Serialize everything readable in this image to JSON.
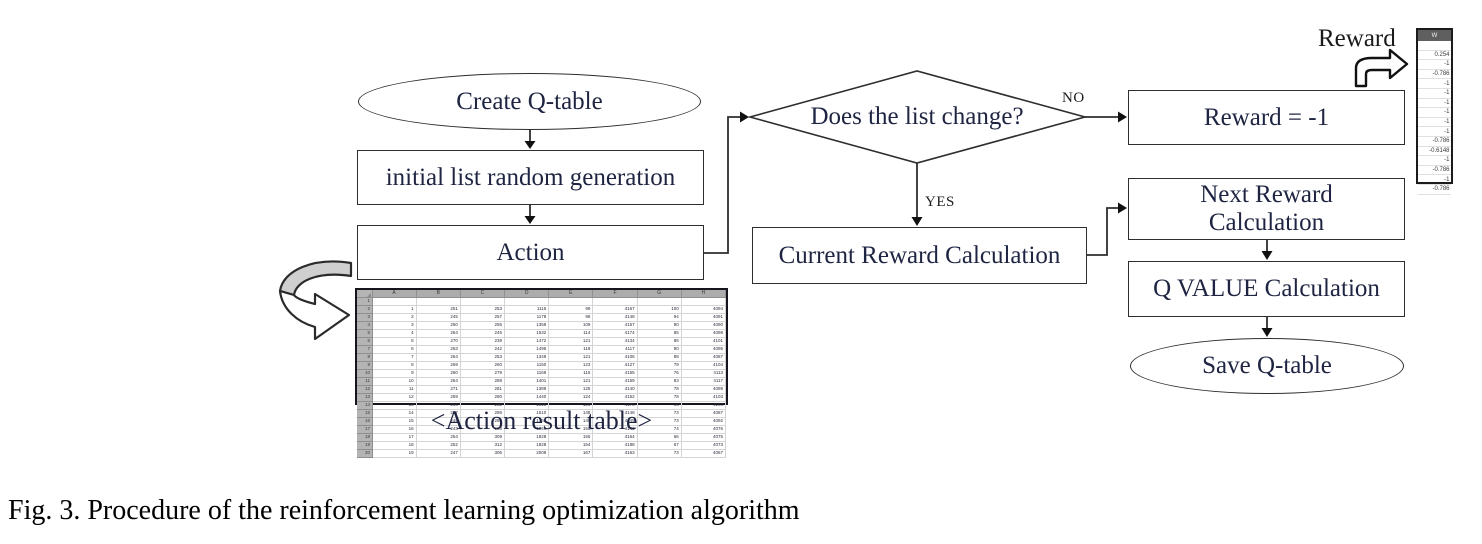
{
  "figure_caption": "Fig. 3. Procedure of the reinforcement learning optimization algorithm",
  "flowchart": {
    "start": "Create Q-table",
    "step_initial_list": "initial list random generation",
    "step_action": "Action",
    "decision": "Does the list change?",
    "label_no": "NO",
    "label_yes": "YES",
    "step_reward_minus1": "Reward = -1",
    "step_current_reward": "Current Reward Calculation",
    "step_next_reward": "Next Reward Calculation",
    "step_qvalue": "Q VALUE Calculation",
    "end": "Save Q-table",
    "reward_annotation": "Reward"
  },
  "action_result_table": {
    "caption": "<Action result table>",
    "columns": [
      "A",
      "B",
      "C",
      "D",
      "E",
      "F",
      "G",
      "H"
    ],
    "rows": [
      [
        "",
        "",
        "",
        "",
        "",
        "",
        "",
        ""
      ],
      [
        "1",
        "251",
        "253",
        "1115",
        "99",
        "4167",
        "100",
        "4094"
      ],
      [
        "2",
        "245",
        "257",
        "1178",
        "98",
        "4148",
        "94",
        "4091"
      ],
      [
        "3",
        "250",
        "255",
        "1359",
        "109",
        "4157",
        "90",
        "4090"
      ],
      [
        "4",
        "264",
        "245",
        "1532",
        "114",
        "4174",
        "85",
        "4098"
      ],
      [
        "5",
        "270",
        "239",
        "1472",
        "121",
        "4134",
        "86",
        "4101"
      ],
      [
        "6",
        "263",
        "242",
        "1496",
        "118",
        "4117",
        "90",
        "4095"
      ],
      [
        "7",
        "264",
        "253",
        "1349",
        "121",
        "4106",
        "88",
        "4087"
      ],
      [
        "8",
        "269",
        "260",
        "1150",
        "123",
        "4127",
        "79",
        "4104"
      ],
      [
        "9",
        "260",
        "279",
        "1169",
        "115",
        "4155",
        "76",
        "4113"
      ],
      [
        "10",
        "264",
        "288",
        "1401",
        "121",
        "4159",
        "83",
        "4117"
      ],
      [
        "11",
        "271",
        "281",
        "1389",
        "125",
        "4140",
        "78",
        "4099"
      ],
      [
        "12",
        "259",
        "280",
        "1440",
        "124",
        "4152",
        "78",
        "4103"
      ],
      [
        "13",
        "254",
        "282",
        "1618",
        "134",
        "4178",
        "69",
        "4103"
      ],
      [
        "14",
        "257",
        "286",
        "1510",
        "148",
        "4148",
        "73",
        "4087"
      ],
      [
        "15",
        "249",
        "286",
        "1731",
        "149",
        "4145",
        "73",
        "4092"
      ],
      [
        "16",
        "243",
        "293",
        "1845",
        "155",
        "4143",
        "74",
        "4076"
      ],
      [
        "17",
        "254",
        "309",
        "1828",
        "155",
        "4164",
        "66",
        "4075"
      ],
      [
        "18",
        "252",
        "312",
        "1828",
        "154",
        "4188",
        "67",
        "4073"
      ],
      [
        "19",
        "247",
        "306",
        "2009",
        "167",
        "4163",
        "73",
        "4067"
      ]
    ]
  },
  "reward_table": {
    "header": "W",
    "values": [
      "",
      "0.254",
      "-1",
      "-0.786",
      "-1",
      "-1",
      "-1",
      "-1",
      "-1",
      "-1",
      "-0.786",
      "-0.6148",
      "-1",
      "-0.786",
      "-1",
      "-0.786"
    ]
  },
  "colors": {
    "node_text": "#1e2441",
    "node_border": "#2e2e2e",
    "connector": "#2e2e2e",
    "spreadsheet_header_bg": "#acacac",
    "spreadsheet_border": "#15151e",
    "w_table_header_bg": "#5f5f5f",
    "swoosh_fill": "#cfcfcf",
    "caption_text": "#000000"
  }
}
